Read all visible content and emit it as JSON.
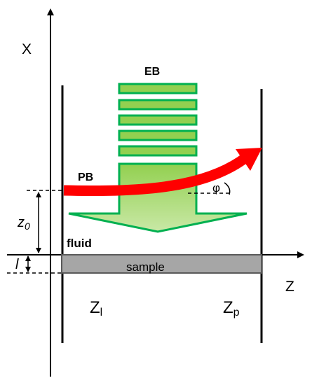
{
  "labels": {
    "x_axis": "X",
    "z_axis": "Z",
    "eb": "EB",
    "pb": "PB",
    "phi": "φ",
    "z0_base": "z",
    "z0_sub": "0",
    "l": "l",
    "fluid": "fluid",
    "sample": "sample",
    "zl_base": "Z",
    "zl_sub": "l",
    "zp_base": "Z",
    "zp_sub": "p"
  },
  "colors": {
    "eb_fill": "#92D050",
    "eb_stroke": "#00B050",
    "pb": "#FF0000",
    "sample_fill": "#A6A6A6",
    "sample_stroke": "#595959",
    "axis": "#000000"
  },
  "eb_slab_count": 5
}
